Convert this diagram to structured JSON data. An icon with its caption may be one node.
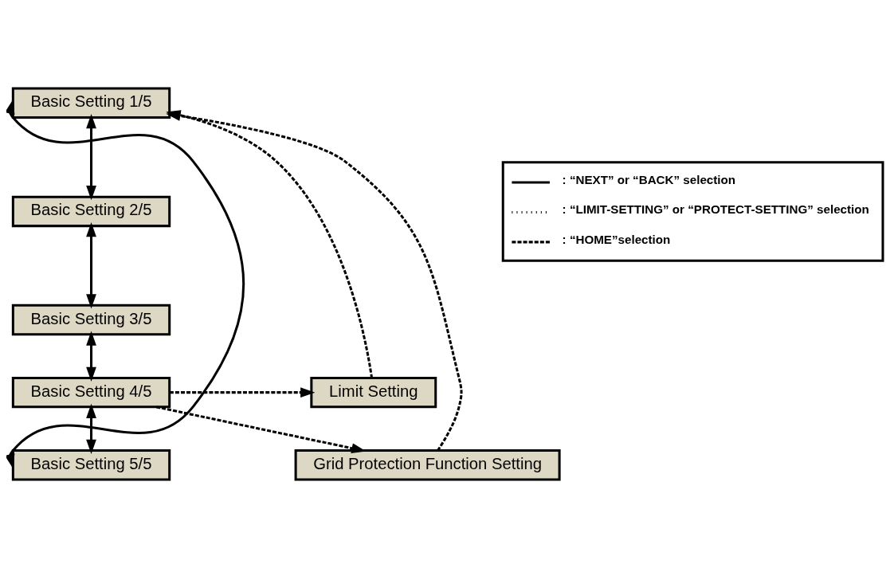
{
  "diagram": {
    "nodes": [
      {
        "text": [
          "Basic Setting 1/5"
        ]
      },
      {
        "text": [
          "Basic Setting 2/5"
        ]
      },
      {
        "text": [
          "Basic Setting 3/5"
        ]
      },
      {
        "text": [
          "Basic Setting 4/5"
        ]
      },
      {
        "text": [
          "Basic Setting 5/5"
        ]
      },
      {
        "text": [
          "Limit Setting"
        ]
      },
      {
        "text": [
          "Grid Protection Function Setting"
        ]
      }
    ],
    "edges": [
      {
        "from": 0,
        "to": 1,
        "arrow": "both"
      },
      {
        "from": 1,
        "to": 2,
        "arrow": "both"
      },
      {
        "from": 2,
        "to": 3,
        "arrow": "both"
      },
      {
        "from": 3,
        "to": 4,
        "arrow": "both"
      },
      {
        "from": 0,
        "to": 4,
        "arrow": "both"
      },
      {
        "from": 3,
        "to": 5,
        "arrow": "to",
        "style": "dashed"
      },
      {
        "from": 3,
        "to": 6,
        "arrow": "to",
        "style": "dashed"
      },
      {
        "from": 5,
        "to": 0,
        "arrow": "to",
        "style": "dashed"
      },
      {
        "from": 6,
        "to": 0,
        "arrow": "to",
        "style": "dashed"
      }
    ],
    "legend": [
      {
        "text": ": “NEXT” or “BACK” selection"
      },
      {
        "text": ": “LIMIT-SETTING” or “PROTECT-SETTING” selection"
      },
      {
        "text": ": “HOME”selection"
      }
    ]
  }
}
